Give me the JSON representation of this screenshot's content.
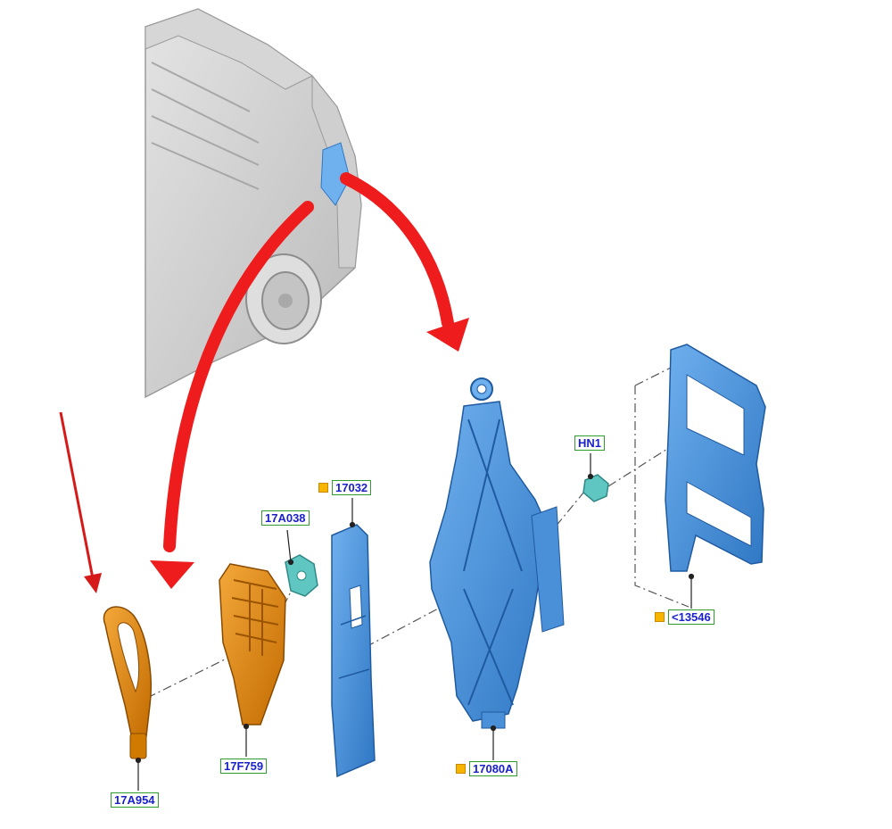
{
  "colors": {
    "part_blue": "#4a90d9",
    "part_orange": "#e08a10",
    "part_teal": "#5fc6c2",
    "arrow_red": "#ee1c1c",
    "van_grey": "#c9c9c9",
    "label_text": "#1a22c8",
    "label_border": "#2f9e2f",
    "marker_fill": "#f7b500"
  },
  "icons": [
    "van-body-icon",
    "jack-icon",
    "bracket-icon",
    "eye-handle-icon"
  ],
  "callouts": [
    {
      "id": "17032",
      "text": "17032",
      "marker": true
    },
    {
      "id": "17A038",
      "text": "17A038",
      "marker": false
    },
    {
      "id": "HN1",
      "text": "HN1",
      "marker": false
    },
    {
      "id": "13546",
      "text": "<13546",
      "marker": true
    },
    {
      "id": "17F759",
      "text": "17F759",
      "marker": false
    },
    {
      "id": "17080A",
      "text": "17080A",
      "marker": true
    },
    {
      "id": "17A954",
      "text": "17A954",
      "marker": false
    }
  ]
}
